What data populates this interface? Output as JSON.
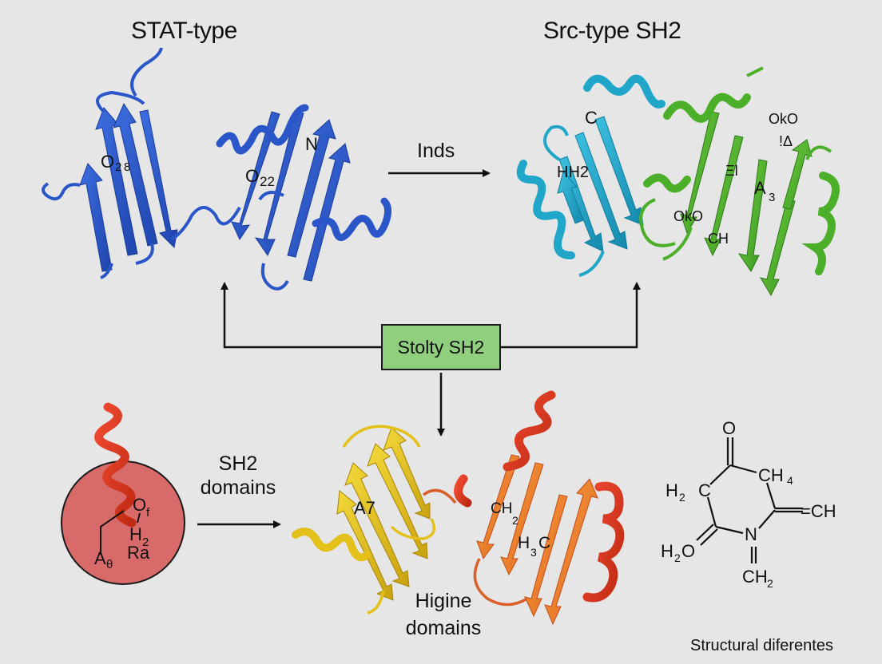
{
  "titles": {
    "left": "STAT-type",
    "right": "Src-type SH2"
  },
  "top_arrow": {
    "label": "Inds"
  },
  "center_box": {
    "label": "Stolty SH2",
    "fill": "#8fcf7e"
  },
  "stat_structure": {
    "color": "#2a56c9",
    "labels": {
      "a": "O",
      "a_sub": "2",
      "a_extra": "8",
      "b": "O",
      "b_sub": "22",
      "c": "N"
    }
  },
  "src_structure": {
    "colors": {
      "domain1": "#1fa6c9",
      "domain2": "#4caf2a"
    },
    "labels": {
      "a": "C",
      "b": "HH2",
      "c": "OkO",
      "d": "OkO",
      "e": "CH",
      "f": "A",
      "f_sub": "3",
      "g": "!Δ",
      "h": "Ξl"
    }
  },
  "left_bottom": {
    "circle_color": "#d96a6a",
    "helix_color": "#d91e1e",
    "labels": {
      "of": "O",
      "of_sub": "f",
      "h2": "H",
      "h2_sub": "2",
      "ra": "Ra",
      "ab": "A",
      "ab_sub": "θ"
    }
  },
  "sh2_arrow": {
    "line1": "SH2",
    "line2": "domains"
  },
  "hinge_structure": {
    "colors": {
      "domain1": "#e3c01a",
      "domain2": "#e86a22",
      "helix": "#d93a1e"
    },
    "labels": {
      "a": "A7",
      "b": "CH",
      "b_sub": "2",
      "c": "H",
      "c_sub": "3",
      "c_tail": "C"
    },
    "caption_line1": "Higine",
    "caption_line2": "domains"
  },
  "chem_structure": {
    "atoms": {
      "o_top": "O",
      "ch4": "CH",
      "ch4_sub": "4",
      "h2c": "H",
      "h2c_sub": "2",
      "h2c_c": "C",
      "ch_right": "=CH",
      "n": "N",
      "h2o": "H",
      "h2o_sub": "2",
      "h2o_o": "O",
      "ch2": "CH",
      "ch2_sub": "2"
    }
  },
  "footer": {
    "caption": "Structural diferentes"
  }
}
